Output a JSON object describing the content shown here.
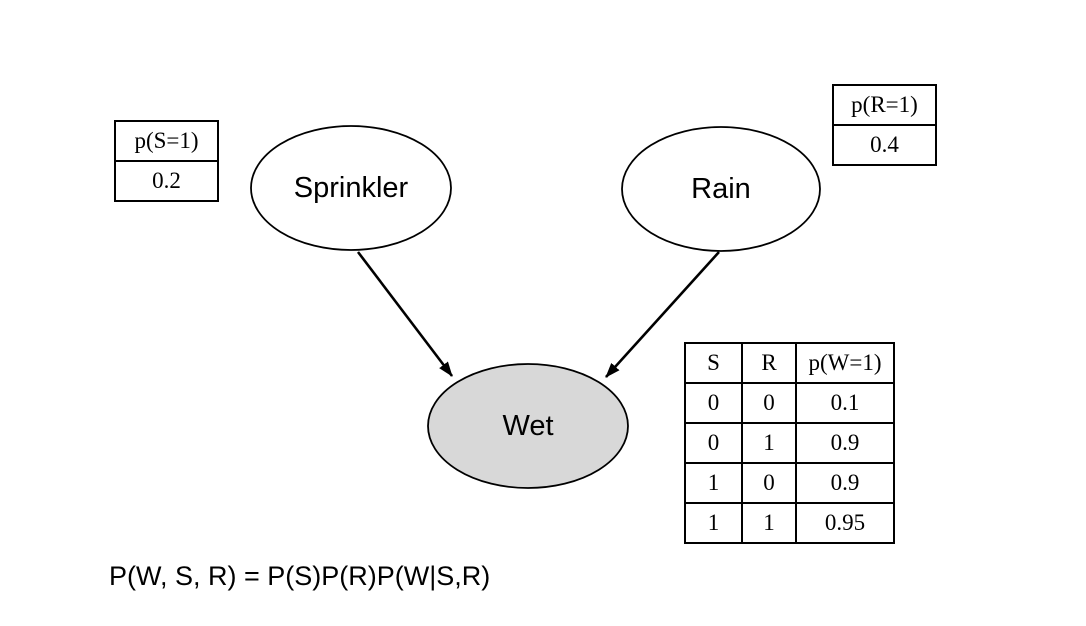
{
  "nodes": {
    "sprinkler": {
      "label": "Sprinkler"
    },
    "rain": {
      "label": "Rain"
    },
    "wet": {
      "label": "Wet"
    }
  },
  "edges": [
    {
      "from": "Sprinkler",
      "to": "Wet"
    },
    {
      "from": "Rain",
      "to": "Wet"
    }
  ],
  "priors": {
    "sprinkler": {
      "header": "p(S=1)",
      "value": "0.2"
    },
    "rain": {
      "header": "p(R=1)",
      "value": "0.4"
    }
  },
  "cpt": {
    "headers": [
      "S",
      "R",
      "p(W=1)"
    ],
    "rows": [
      [
        "0",
        "0",
        "0.1"
      ],
      [
        "0",
        "1",
        "0.9"
      ],
      [
        "1",
        "0",
        "0.9"
      ],
      [
        "1",
        "1",
        "0.95"
      ]
    ]
  },
  "formula": {
    "text": "P(W, S, R) = P(S)P(R)P(W|S,R)"
  },
  "colors": {
    "wet_fill": "#d8d8d8",
    "node_fill": "#ffffff",
    "line": "#000000",
    "background": "#ffffff"
  }
}
